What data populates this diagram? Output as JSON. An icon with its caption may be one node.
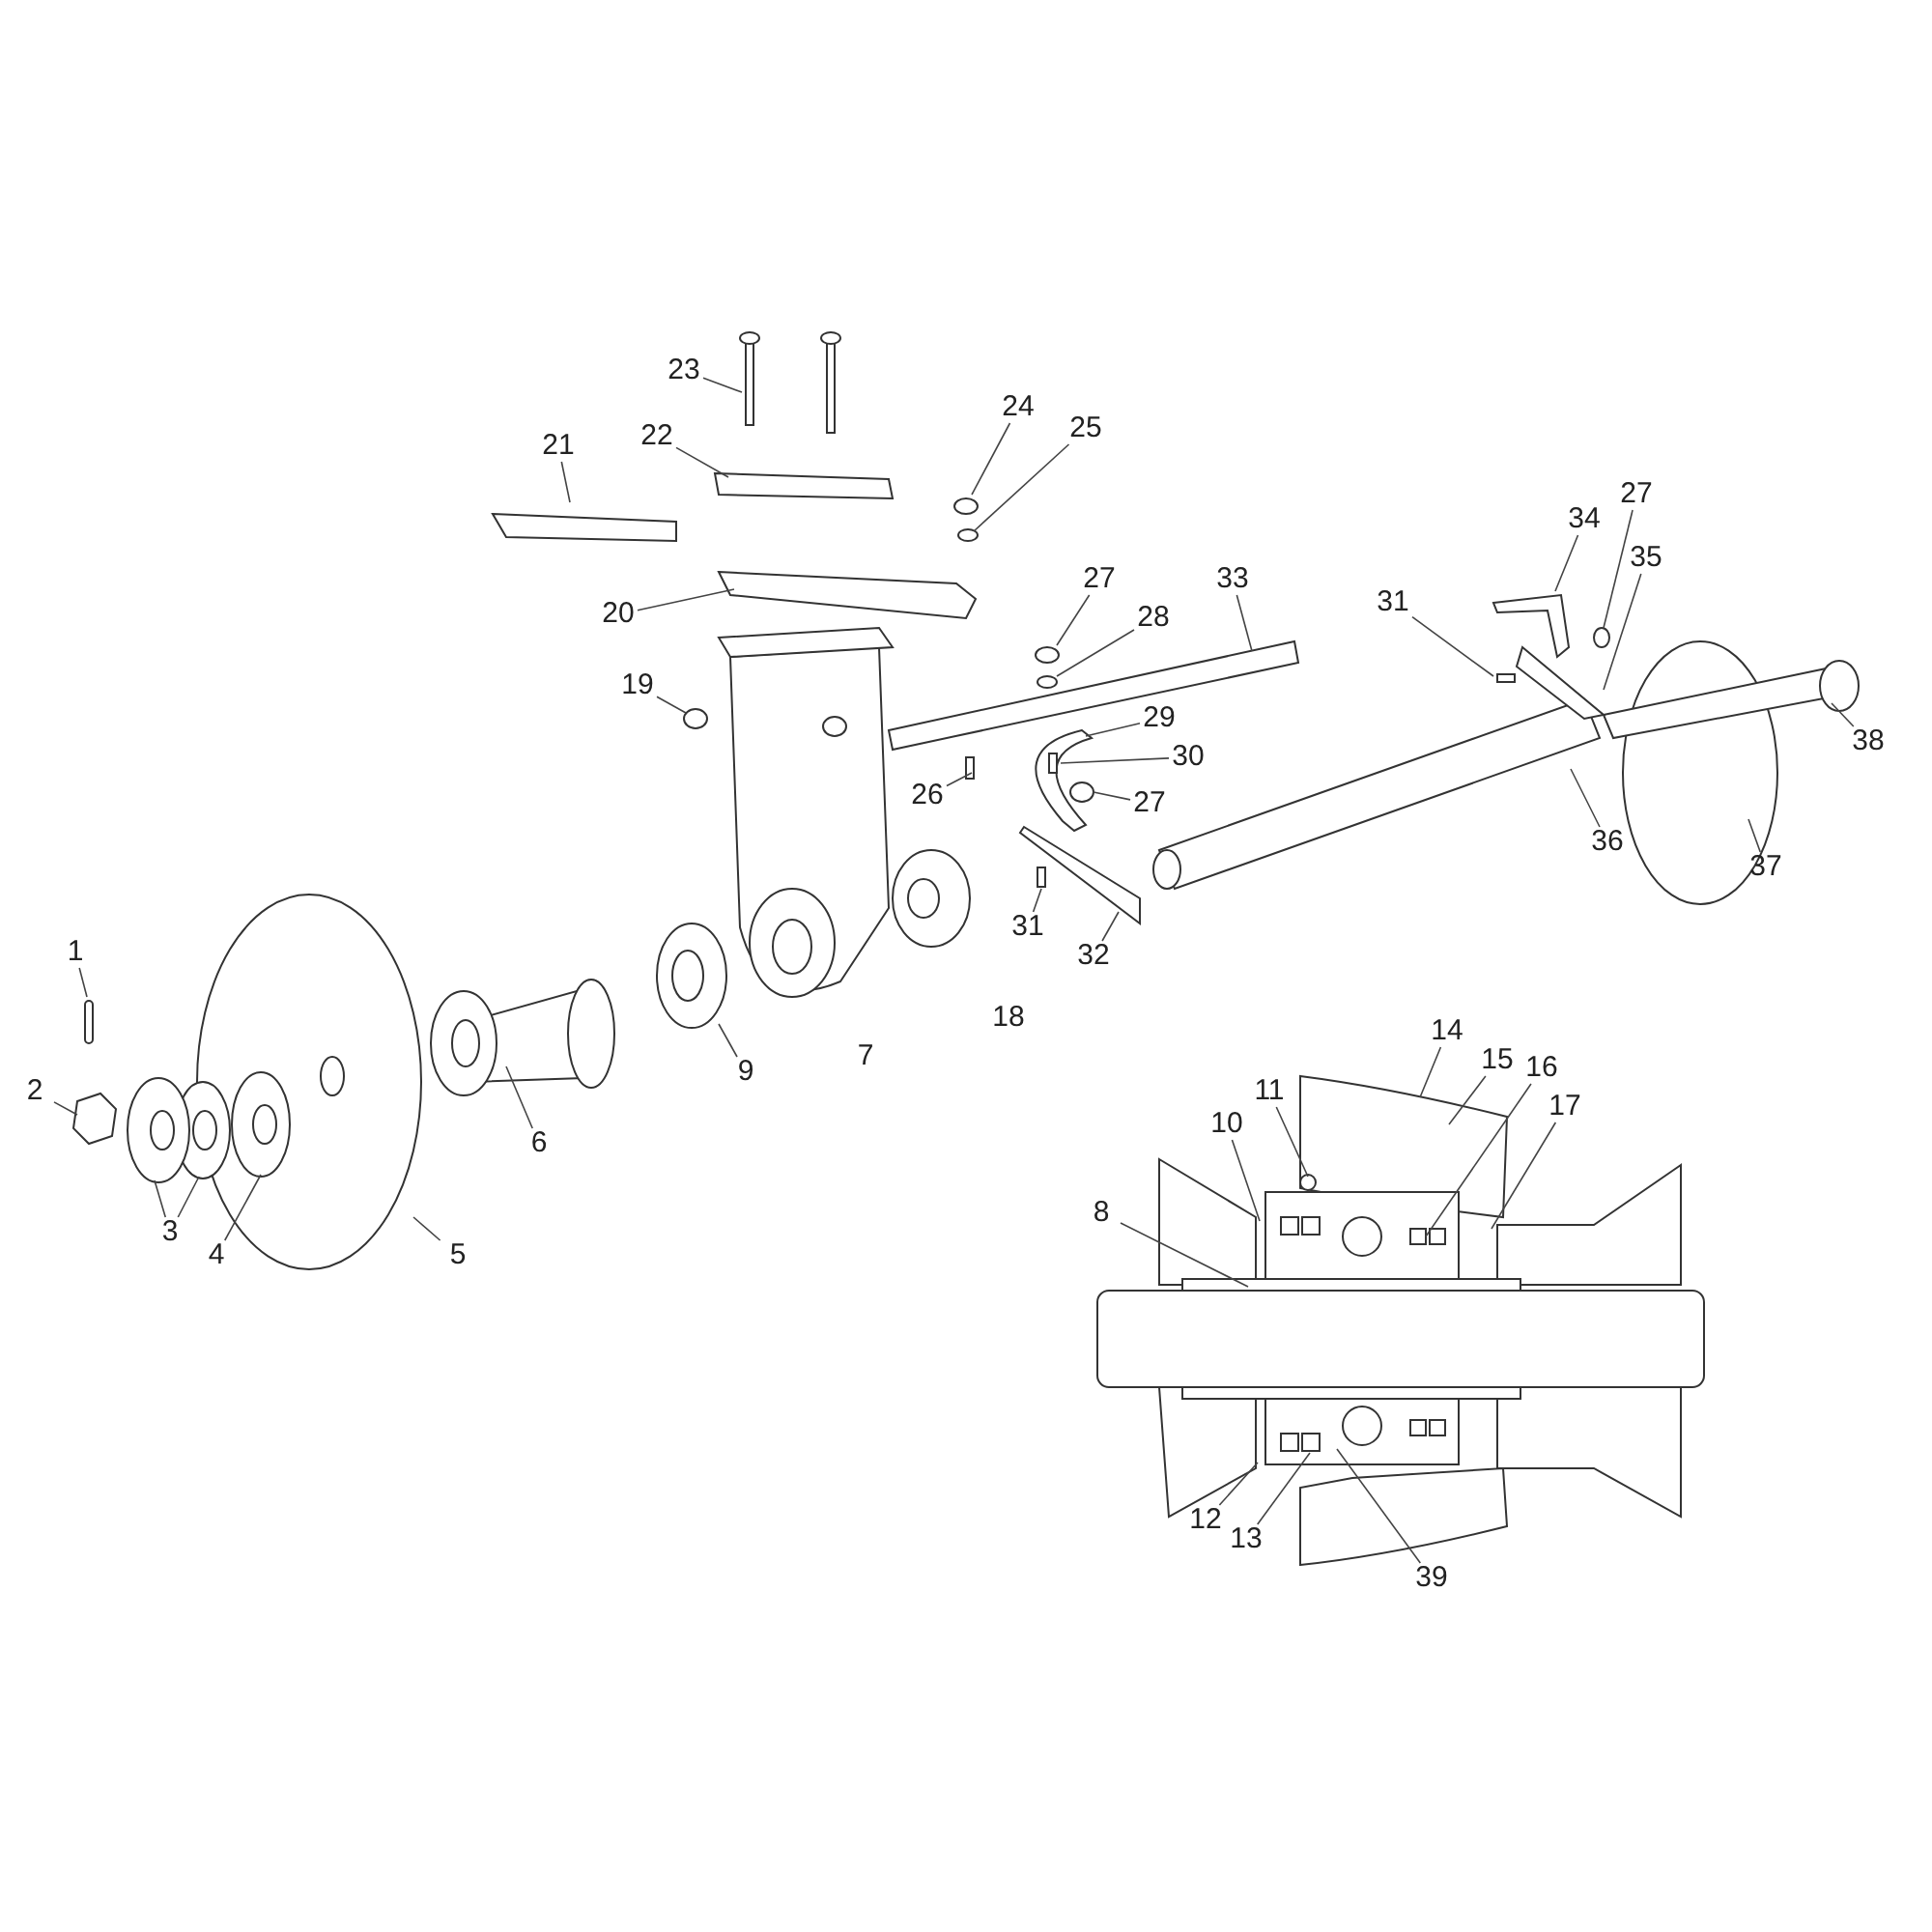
{
  "diagram": {
    "nodes": [
      {
        "text": [
          "23"
        ]
      },
      {
        "text": [
          "22"
        ]
      },
      {
        "text": [
          "21"
        ]
      },
      {
        "text": [
          "24"
        ]
      },
      {
        "text": [
          "25"
        ]
      },
      {
        "text": [
          "20"
        ]
      },
      {
        "text": [
          "27"
        ]
      },
      {
        "text": [
          "28"
        ]
      },
      {
        "text": [
          "33"
        ]
      },
      {
        "text": [
          "34"
        ]
      },
      {
        "text": [
          "27"
        ]
      },
      {
        "text": [
          "31"
        ]
      },
      {
        "text": [
          "35"
        ]
      },
      {
        "text": [
          "19"
        ]
      },
      {
        "text": [
          "29"
        ]
      },
      {
        "text": [
          "30"
        ]
      },
      {
        "text": [
          "26"
        ]
      },
      {
        "text": [
          "27"
        ]
      },
      {
        "text": [
          "38"
        ]
      },
      {
        "text": [
          "36"
        ]
      },
      {
        "text": [
          "37"
        ]
      },
      {
        "text": [
          "31"
        ]
      },
      {
        "text": [
          "32"
        ]
      },
      {
        "text": [
          "1"
        ]
      },
      {
        "text": [
          "9"
        ]
      },
      {
        "text": [
          "6"
        ]
      },
      {
        "text": [
          "2"
        ]
      },
      {
        "text": [
          "3"
        ]
      },
      {
        "text": [
          "4"
        ]
      },
      {
        "text": [
          "5"
        ]
      },
      {
        "text": [
          "14"
        ]
      },
      {
        "text": [
          "15"
        ]
      },
      {
        "text": [
          "16"
        ]
      },
      {
        "text": [
          "11"
        ]
      },
      {
        "text": [
          "17"
        ]
      },
      {
        "text": [
          "10"
        ]
      },
      {
        "text": [
          "8"
        ]
      },
      {
        "text": [
          "12"
        ]
      },
      {
        "text": [
          "13"
        ]
      },
      {
        "text": [
          "39"
        ]
      }
    ],
    "edges": [
      {
        "from": 0,
        "to": null,
        "arrow": "none"
      },
      {
        "from": 1,
        "to": null,
        "arrow": "none"
      },
      {
        "from": 2,
        "to": null,
        "arrow": "none"
      },
      {
        "from": 3,
        "to": null,
        "arrow": "none"
      },
      {
        "from": 4,
        "to": null,
        "arrow": "none"
      },
      {
        "from": 5,
        "to": null,
        "arrow": "none"
      },
      {
        "from": 6,
        "to": null,
        "arrow": "none"
      },
      {
        "from": 7,
        "to": null,
        "arrow": "none"
      },
      {
        "from": 8,
        "to": null,
        "arrow": "none"
      },
      {
        "from": 9,
        "to": null,
        "arrow": "none"
      },
      {
        "from": 10,
        "to": null,
        "arrow": "none"
      },
      {
        "from": 11,
        "to": null,
        "arrow": "none"
      },
      {
        "from": 12,
        "to": null,
        "arrow": "none"
      },
      {
        "from": 13,
        "to": null,
        "arrow": "none"
      },
      {
        "from": 14,
        "to": null,
        "arrow": "none"
      },
      {
        "from": 15,
        "to": null,
        "arrow": "none"
      },
      {
        "from": 16,
        "to": null,
        "arrow": "none"
      },
      {
        "from": 17,
        "to": null,
        "arrow": "none"
      },
      {
        "from": 18,
        "to": null,
        "arrow": "none"
      },
      {
        "from": 19,
        "to": null,
        "arrow": "none"
      },
      {
        "from": 20,
        "to": null,
        "arrow": "none"
      },
      {
        "from": 21,
        "to": null,
        "arrow": "none"
      },
      {
        "from": 22,
        "to": null,
        "arrow": "none"
      },
      {
        "from": 23,
        "to": null,
        "arrow": "none"
      },
      {
        "from": 24,
        "to": null,
        "arrow": "none"
      },
      {
        "from": 25,
        "to": null,
        "arrow": "none"
      },
      {
        "from": 26,
        "to": null,
        "arrow": "none"
      },
      {
        "from": 27,
        "to": null,
        "arrow": "none"
      },
      {
        "from": 27,
        "to": null,
        "arrow": "none"
      },
      {
        "from": 28,
        "to": null,
        "arrow": "none"
      },
      {
        "from": 29,
        "to": null,
        "arrow": "none"
      },
      {
        "from": 30,
        "to": null,
        "arrow": "none"
      },
      {
        "from": 31,
        "to": null,
        "arrow": "none"
      },
      {
        "from": 32,
        "to": null,
        "arrow": "none"
      },
      {
        "from": 33,
        "to": null,
        "arrow": "none"
      },
      {
        "from": 34,
        "to": null,
        "arrow": "none"
      },
      {
        "from": 35,
        "to": null,
        "arrow": "none"
      },
      {
        "from": 36,
        "to": null,
        "arrow": "none"
      },
      {
        "from": 37,
        "to": null,
        "arrow": "none"
      },
      {
        "from": 38,
        "to": null,
        "arrow": "none"
      },
      {
        "from": 39,
        "to": null,
        "arrow": "none"
      }
    ],
    "labels": [
      "7",
      "18"
    ]
  }
}
